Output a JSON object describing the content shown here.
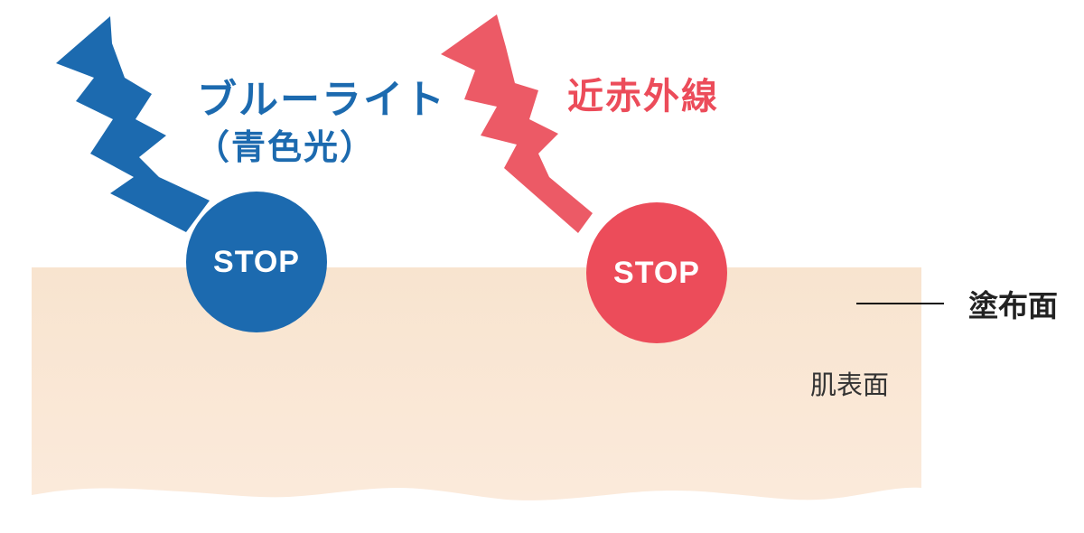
{
  "diagram": {
    "blue_light": {
      "title": "ブルーライト",
      "subtitle": "（青色光）",
      "stop_label": "STOP"
    },
    "near_infrared": {
      "title": "近赤外線",
      "stop_label": "STOP"
    },
    "coating_surface_label": "塗布面",
    "skin_surface_label": "肌表面"
  },
  "colors": {
    "blue": "#1c6aaf",
    "red": "#ec4c5a",
    "skin": "#f9e6d2",
    "text": "#222222",
    "skin_label_text": "#333333"
  },
  "icons": {
    "blue_bolt": "lightning-bolt-icon",
    "red_bolt": "lightning-bolt-icon"
  }
}
